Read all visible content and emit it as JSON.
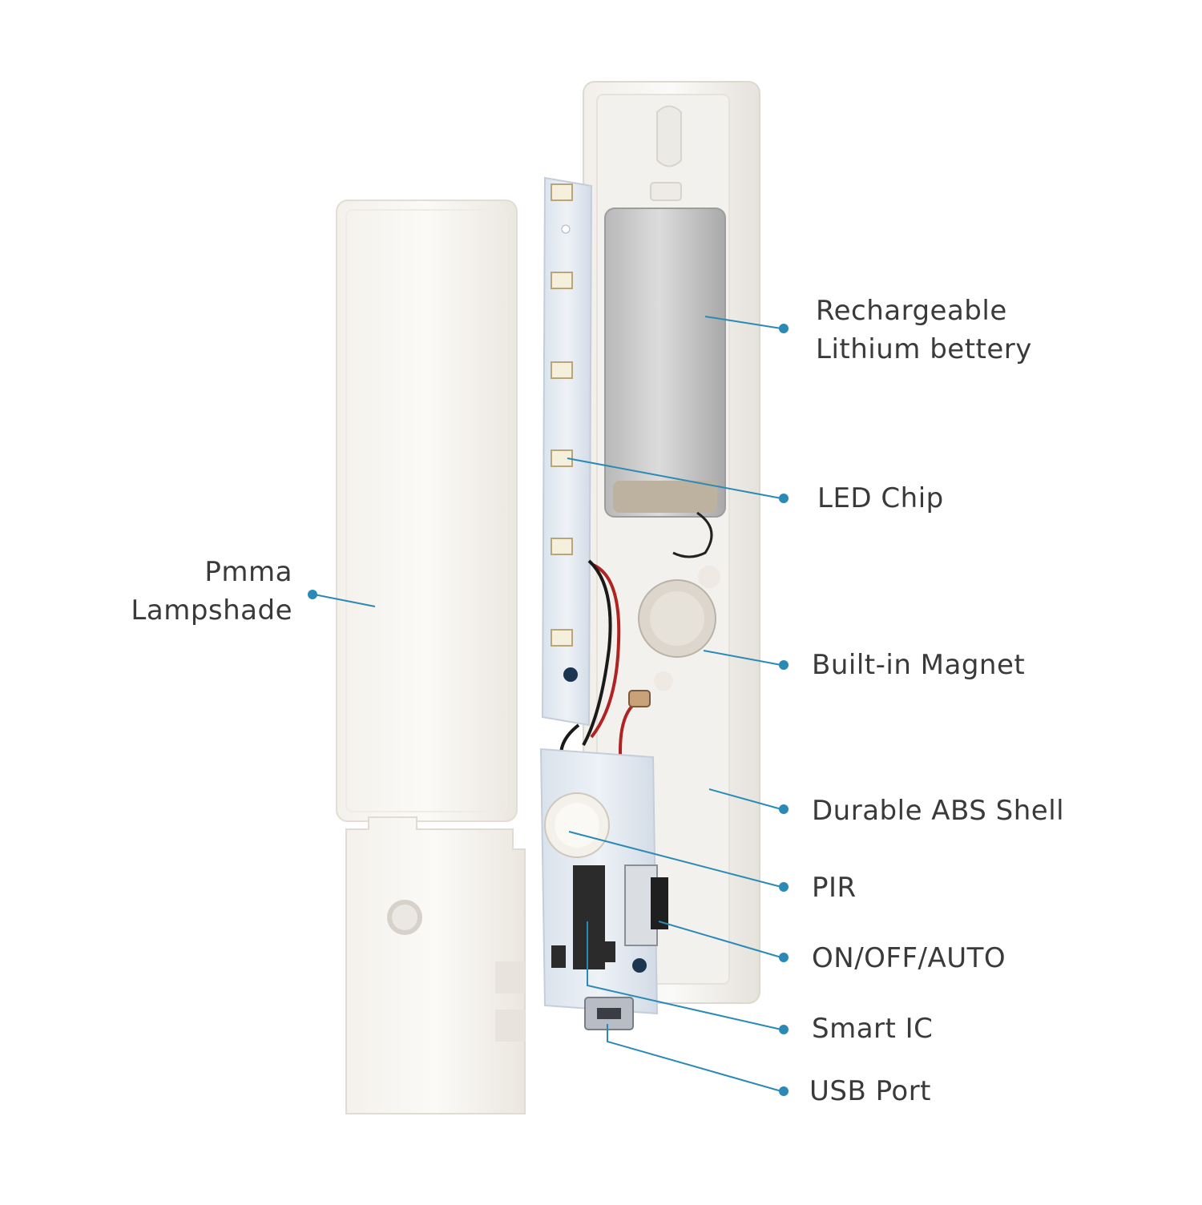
{
  "diagram": {
    "callouts": [
      {
        "id": "battery",
        "lines": [
          "Rechargeable",
          "Lithium bettery"
        ]
      },
      {
        "id": "led",
        "lines": [
          "LED Chip"
        ]
      },
      {
        "id": "lampshade",
        "lines": [
          "Pmma",
          "Lampshade"
        ]
      },
      {
        "id": "magnet",
        "lines": [
          "Built-in Magnet"
        ]
      },
      {
        "id": "shell",
        "lines": [
          "Durable ABS Shell"
        ]
      },
      {
        "id": "pir",
        "lines": [
          "PIR"
        ]
      },
      {
        "id": "switch",
        "lines": [
          "ON/OFF/AUTO"
        ]
      },
      {
        "id": "ic",
        "lines": [
          "Smart IC"
        ]
      },
      {
        "id": "usb",
        "lines": [
          "USB Port"
        ]
      }
    ],
    "colors": {
      "leader": "#2b8ab5",
      "text": "#3a3a3a",
      "plastic": "#f7f5f1",
      "pcb": "#e4ebf3",
      "battery": "#c9c9c9"
    }
  }
}
